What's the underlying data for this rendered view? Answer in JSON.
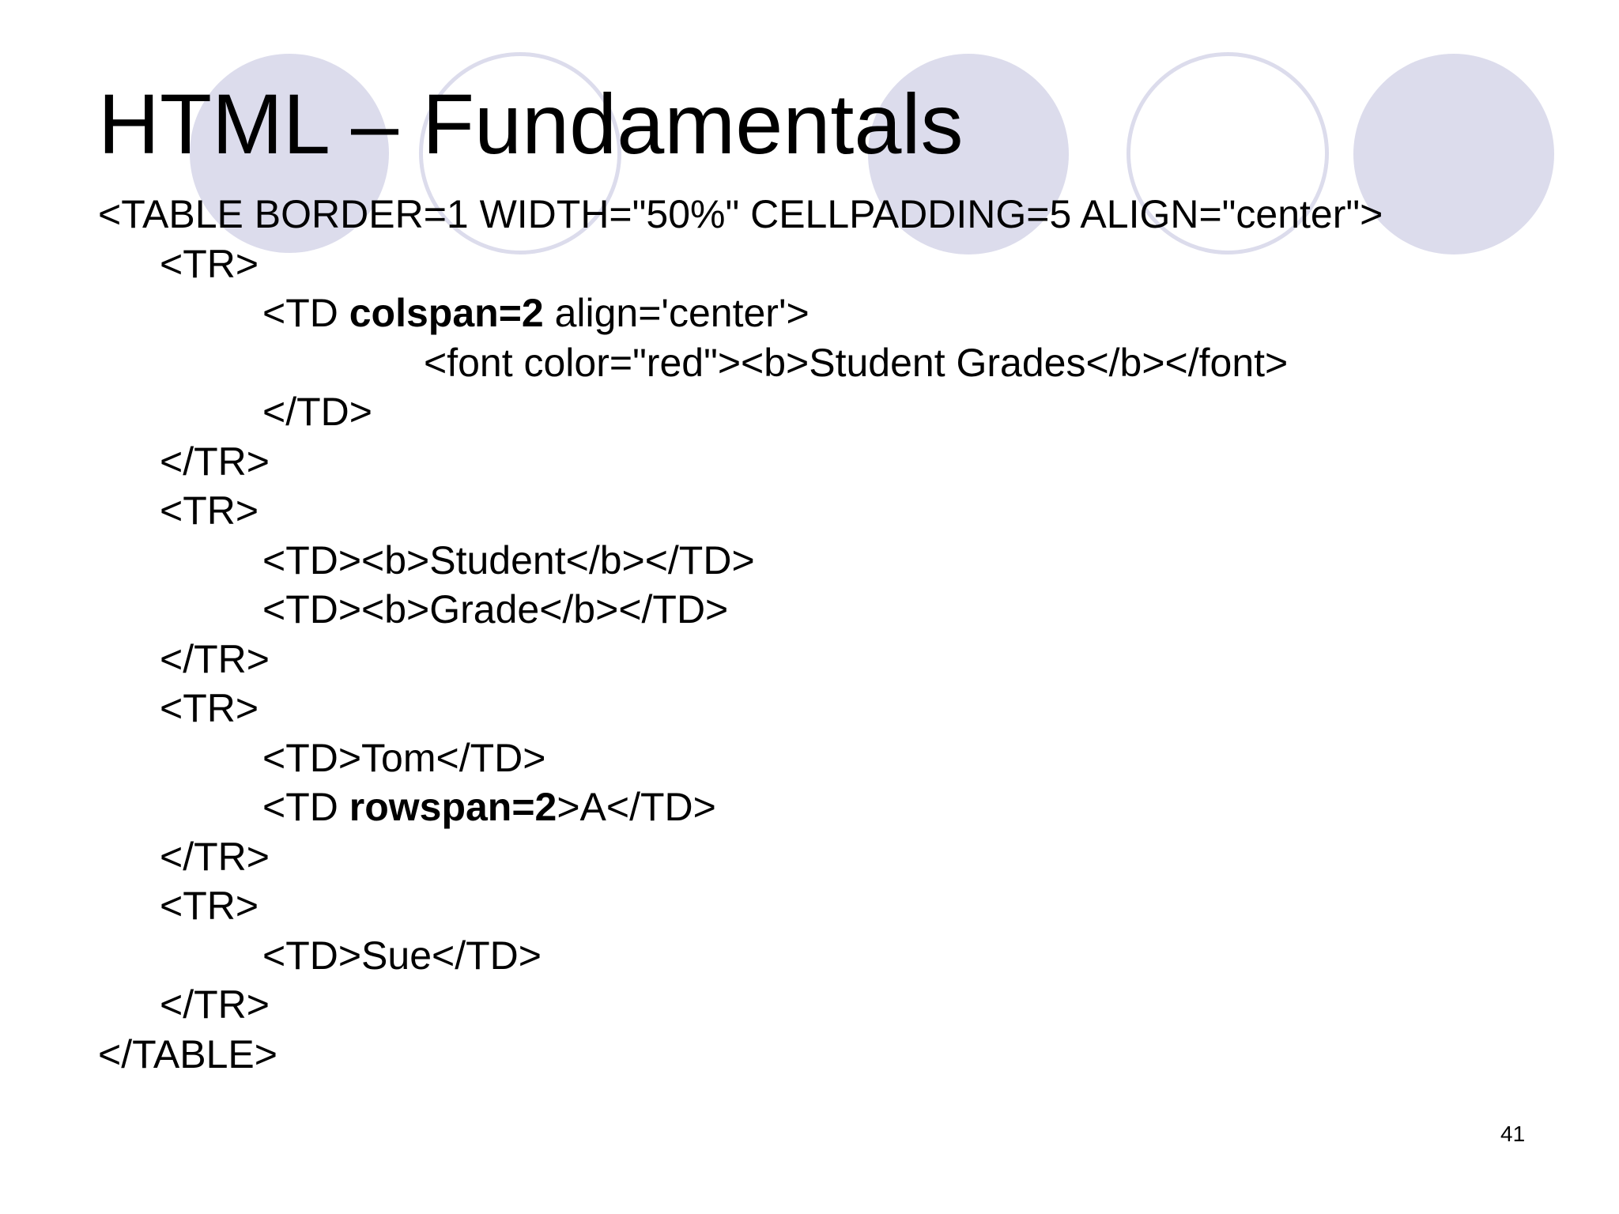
{
  "slide": {
    "title": "HTML – Fundamentals",
    "page_number": "41",
    "decoration_color": "#dcdcec",
    "code_lines": [
      {
        "pre": "<TABLE BORDER=1 WIDTH=\"50%\" CELLPADDING=5 ALIGN=\"center\">",
        "bold": "",
        "post": ""
      },
      {
        "pre": "<TR>",
        "bold": "",
        "post": ""
      },
      {
        "pre": "<TD ",
        "bold": "colspan=2",
        "post": " align='center'>"
      },
      {
        "pre": "<font color=\"red\"><b>Student Grades</b></font>",
        "bold": "",
        "post": ""
      },
      {
        "pre": "</TD>",
        "bold": "",
        "post": ""
      },
      {
        "pre": "</TR>",
        "bold": "",
        "post": ""
      },
      {
        "pre": "<TR>",
        "bold": "",
        "post": ""
      },
      {
        "pre": "<TD><b>Student</b></TD>",
        "bold": "",
        "post": ""
      },
      {
        "pre": "<TD><b>Grade</b></TD>",
        "bold": "",
        "post": ""
      },
      {
        "pre": "</TR>",
        "bold": "",
        "post": ""
      },
      {
        "pre": "<TR>",
        "bold": "",
        "post": ""
      },
      {
        "pre": "<TD>Tom</TD>",
        "bold": "",
        "post": ""
      },
      {
        "pre": "<TD ",
        "bold": "rowspan=2",
        "post": ">A</TD>"
      },
      {
        "pre": "</TR>",
        "bold": "",
        "post": ""
      },
      {
        "pre": "<TR>",
        "bold": "",
        "post": ""
      },
      {
        "pre": "<TD>Sue</TD>",
        "bold": "",
        "post": ""
      },
      {
        "pre": "</TR>",
        "bold": "",
        "post": ""
      },
      {
        "pre": "</TABLE>",
        "bold": "",
        "post": ""
      }
    ]
  }
}
